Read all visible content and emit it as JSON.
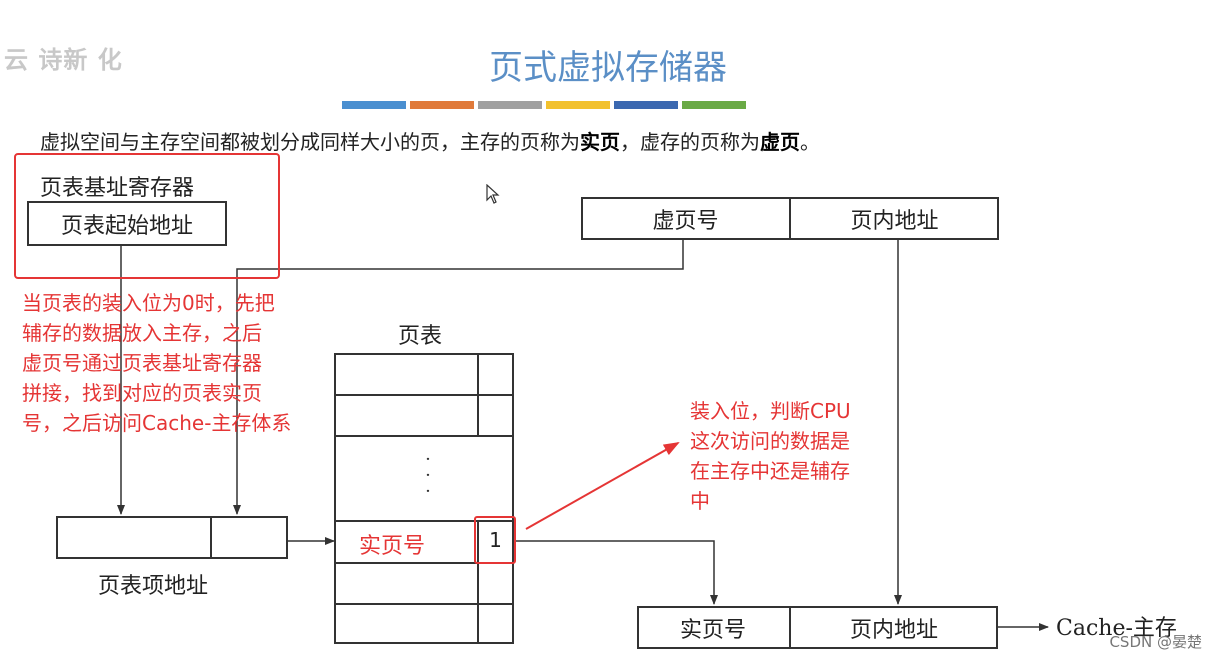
{
  "slide": {
    "logo_text": "云 诗新 化",
    "title": "页式虚拟存储器",
    "stripe_colors": [
      "#4a8fd0",
      "#e07a3a",
      "#a0a0a0",
      "#f2c12e",
      "#3b68b0",
      "#6aaa45"
    ],
    "intro": {
      "part1": "虚拟空间与主存空间都被划分成同样大小的页，主存的页称为",
      "bold1": "实页",
      "part2": "，虚存的页称为",
      "bold2": "虚页",
      "part3": "。"
    }
  },
  "diagram": {
    "base_register_label": "页表基址寄存器",
    "base_register_value": "页表起始地址",
    "virtual_address": {
      "page_number": "虚页号",
      "offset": "页内地址"
    },
    "page_table_label": "页表",
    "page_table_dots": "·\n·\n·",
    "page_table_entry": {
      "real_page": "实页号",
      "valid_bit": "1"
    },
    "entry_address_label": "页表项地址",
    "physical_address": {
      "page_number": "实页号",
      "offset": "页内地址"
    },
    "destination": "Cache-主存"
  },
  "annotations": {
    "left_note": [
      "当页表的装入位为0时，先把",
      "辅存的数据放入主存，之后",
      "虚页号通过页表基址寄存器",
      "拼接，找到对应的页表实页",
      "号，之后访问Cache-主存体系"
    ],
    "right_note": [
      "装入位，判断CPU",
      "这次访问的数据是",
      "在主存中还是辅存",
      "中"
    ],
    "accent_color": "#e53535"
  },
  "watermark": "CSDN @晏楚"
}
